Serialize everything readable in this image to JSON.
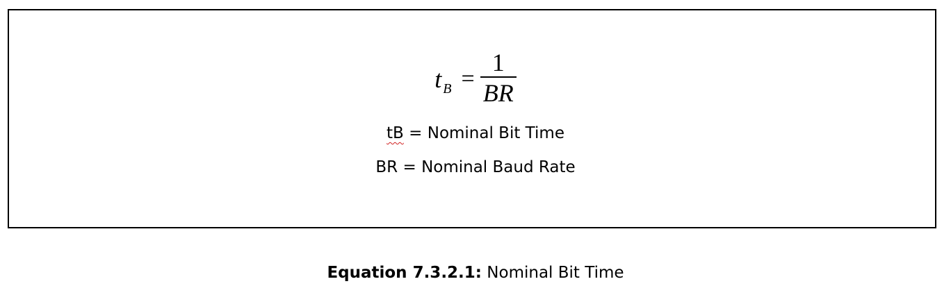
{
  "equation": {
    "lhs_var": "t",
    "lhs_sub": "B",
    "equals": "=",
    "numerator": "1",
    "denominator": "BR"
  },
  "definitions": [
    {
      "symbol": "tB",
      "eq": " = ",
      "meaning": "Nominal Bit Time"
    },
    {
      "symbol": "BR",
      "eq": " = ",
      "meaning": "Nominal Baud Rate"
    }
  ],
  "caption": {
    "label": "Equation 7.3.2.1:",
    "text": " Nominal Bit Time"
  }
}
